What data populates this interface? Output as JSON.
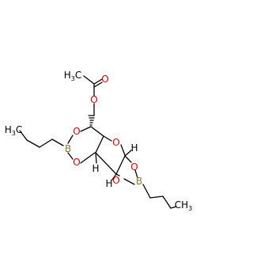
{
  "structure": {
    "atoms": [
      {
        "id": "acetyl_methyl",
        "text": "H",
        "sub": "3",
        "suffix": "C",
        "color": "#000000"
      },
      {
        "id": "carbonyl_o",
        "text": "O",
        "color": "#d40000"
      },
      {
        "id": "ester_o",
        "text": "O",
        "color": "#d40000"
      },
      {
        "id": "ring_o_upper",
        "text": "O",
        "color": "#d40000"
      },
      {
        "id": "ring_o_lower",
        "text": "O",
        "color": "#d40000"
      },
      {
        "id": "boron_left",
        "text": "B",
        "color": "#8a7a3a"
      },
      {
        "id": "butyl_left_methyl",
        "text": "H",
        "sub": "3",
        "suffix": "C",
        "color": "#000000"
      },
      {
        "id": "furan_o",
        "text": "O",
        "color": "#d40000"
      },
      {
        "id": "dioxa_o_right",
        "text": "O",
        "color": "#d40000"
      },
      {
        "id": "dioxa_o_bottom",
        "text": "O",
        "color": "#d40000"
      },
      {
        "id": "boron_right",
        "text": "B",
        "color": "#8a7a3a"
      },
      {
        "id": "butyl_right_methyl",
        "text": "CH",
        "sub": "3",
        "color": "#000000"
      }
    ],
    "stereo_hydrogens": [
      {
        "id": "h_upper_right",
        "text": "H"
      },
      {
        "id": "h_lower_left",
        "text": "H"
      },
      {
        "id": "h_lower_right",
        "text": "H"
      }
    ]
  }
}
